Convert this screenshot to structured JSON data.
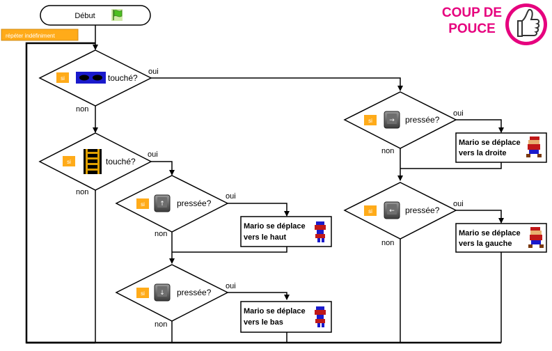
{
  "start": {
    "label": "Début",
    "flag_icon": "green-flag-icon"
  },
  "loop_label": "répéter indéfiniment",
  "logo": {
    "line1": "COUP DE",
    "line2": "POUCE",
    "icon": "thumbs-up-icon",
    "color": "#e6007e"
  },
  "block_si": "si",
  "yes": "oui",
  "no": "non",
  "conditions": {
    "wall_touched": "touché?",
    "ladder_touched": "touché?",
    "up_pressed": "pressée?",
    "down_pressed": "pressée?",
    "right_pressed": "pressée?",
    "left_pressed": "pressée?"
  },
  "actions": {
    "up": {
      "line1": "Mario se déplace",
      "line2": "vers le haut"
    },
    "down": {
      "line1": "Mario se déplace",
      "line2": "vers le bas"
    },
    "right": {
      "line1": "Mario se déplace",
      "line2": "vers la droite"
    },
    "left": {
      "line1": "Mario se déplace",
      "line2": "vers la gauche"
    }
  },
  "keys": {
    "up": "↑",
    "down": "↓",
    "right": "→",
    "left": "←"
  },
  "colors": {
    "si_block": "#ffab19",
    "loop_block": "#ffab19",
    "wall_sprite": "#1a1acc",
    "ladder": "#e0a000"
  }
}
